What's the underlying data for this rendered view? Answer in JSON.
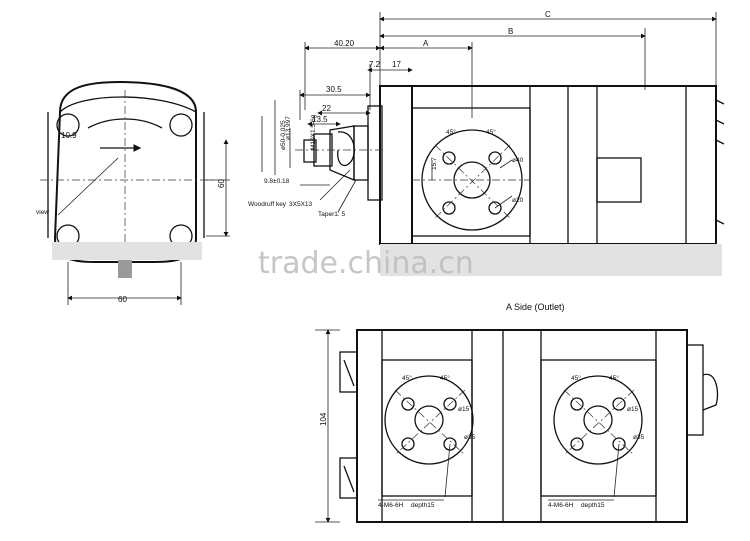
{
  "labels": {
    "c": "C",
    "b": "B",
    "a": "A",
    "d_40_20": "40.20",
    "d_7_2": "7.2",
    "d_17": "17",
    "d_30_5": "30.5",
    "d_22": "22",
    "d_13_5": "13.5",
    "d_13_997": "ø13.997",
    "d_50": "ø50-0.025",
    "d_m10": "M10X1.5-6g",
    "d_9_8": "9.8±0.18",
    "woodruff": "Woodruff key",
    "woodruff_val": "3X5X13",
    "taper": "Taper1: 5",
    "left_10_9": "10.9",
    "left_60_v": "60",
    "left_60_h": "60",
    "left_small": "view",
    "a_45_l": "45°",
    "a_45_r": "45°",
    "a_15_7": "15.7",
    "a_40": "ø40",
    "a_20": "ø20",
    "side_title": "A Side (Outlet)",
    "b_104": "104",
    "b1_45_l": "45°",
    "b1_45_r": "45°",
    "b1_15": "ø15",
    "b1_35": "ø35",
    "b1_thread": "4-M6-6H",
    "b1_depth": "depth15",
    "b2_45_l": "45°",
    "b2_45_r": "45°",
    "b2_15": "ø15",
    "b2_35": "ø35",
    "b2_thread": "4-M6-6H",
    "b2_depth": "depth15",
    "watermark": "trade.china.cn"
  }
}
